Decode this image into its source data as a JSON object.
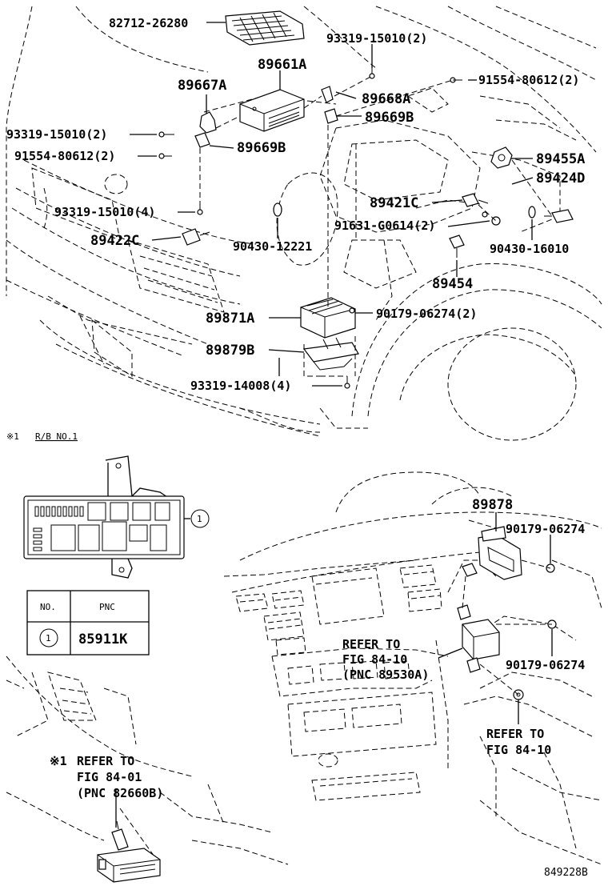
{
  "labels": {
    "p82712": "82712-26280",
    "p93319_15010_top": "93319-15010(2)",
    "p89661A": "89661A",
    "p91554_top": "91554-80612(2)",
    "p89667A": "89667A",
    "p89668A": "89668A",
    "p89669B_top": "89669B",
    "p93319_15010_left": "93319-15010(2)",
    "p91554_left": "91554-80612(2)",
    "p89669B_mid": "89669B",
    "p89455A": "89455A",
    "p89424D": "89424D",
    "p89421C": "89421C",
    "p93319_15010_4": "93319-15010(4)",
    "p91631": "91631-G0614(2)",
    "p89422C": "89422C",
    "p90430_12221": "90430-12221",
    "p90430_16010": "90430-16010",
    "p89454": "89454",
    "p89871A": "89871A",
    "p90179_06274_2": "90179-06274(2)",
    "p89879B": "89879B",
    "p93319_14008": "93319-14008(4)",
    "p89878": "89878",
    "p90179_06274_a": "90179-06274",
    "p90179_06274_b": "90179-06274",
    "refer1_l1": "REFER TO",
    "refer1_l2": "FIG 84-10",
    "refer1_l3": "(PNC 89530A)",
    "refer2_l1": "REFER TO",
    "refer2_l2": "FIG 84-10",
    "refer3_mark": "※1",
    "refer3_l1": "REFER TO",
    "refer3_l2": "FIG 84-01",
    "refer3_l3": "(PNC 82660B)"
  },
  "rb_note": {
    "mark": "※1",
    "text": "R/B NO.1"
  },
  "callout_number": "1",
  "table": {
    "headers": [
      "NO.",
      "PNC"
    ],
    "row_no": "1",
    "row_pnc": "85911K"
  },
  "figure_id": "849228B"
}
